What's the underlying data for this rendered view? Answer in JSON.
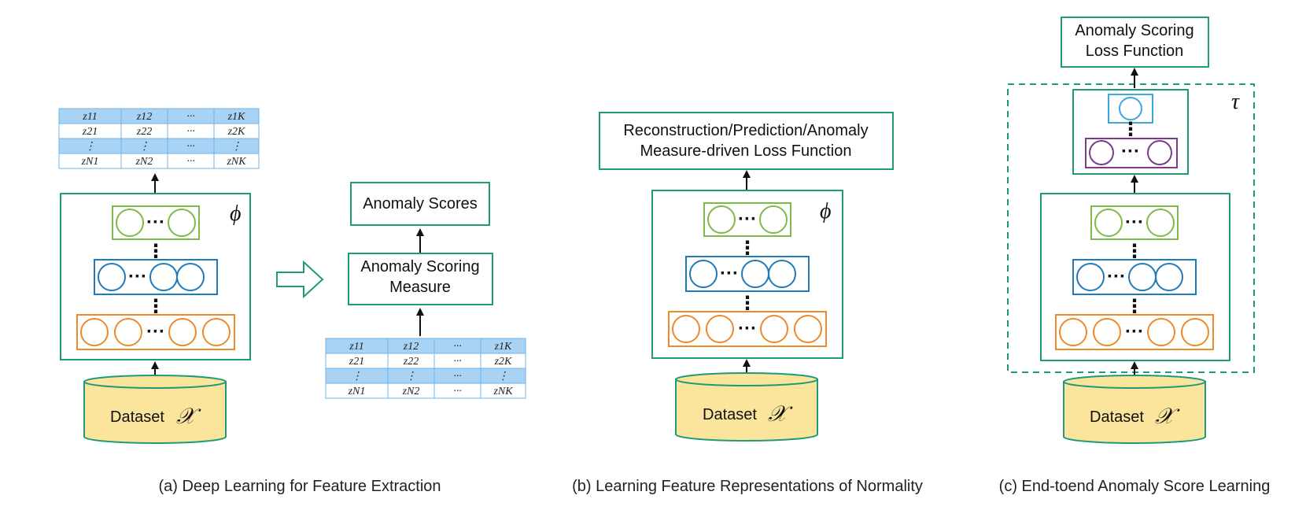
{
  "panel_a": {
    "caption": "(a) Deep Learning for Feature Extraction",
    "dataset_label": "Dataset",
    "dataset_symbol": "𝒳",
    "network_symbol": "ϕ",
    "scores_label": "Anomaly Scores",
    "measure_line1": "Anomaly Scoring",
    "measure_line2": "Measure"
  },
  "panel_b": {
    "caption": "(b) Learning Feature Representations of Normality",
    "loss_line1": "Reconstruction/Prediction/Anomaly",
    "loss_line2": "Measure-driven Loss Function",
    "dataset_label": "Dataset",
    "dataset_symbol": "𝒳",
    "network_symbol": "ϕ"
  },
  "panel_c": {
    "caption": "(c) End-toend Anomaly Score Learning",
    "loss_line1": "Anomaly Scoring",
    "loss_line2": "Loss Function",
    "dataset_label": "Dataset",
    "dataset_symbol": "𝒳",
    "scorer_symbol": "τ"
  },
  "feature_table": {
    "rows": [
      [
        "z11",
        "z12",
        "···",
        "z1K"
      ],
      [
        "z21",
        "z22",
        "···",
        "z2K"
      ],
      [
        "⋮",
        "⋮",
        "···",
        "⋮"
      ],
      [
        "zN1",
        "zN2",
        "···",
        "zNK"
      ]
    ]
  },
  "dots": {
    "horizontal": "···",
    "vertical": "⋮"
  },
  "colors": {
    "green_box": "#1e9a78",
    "layer_green": "#7dba4a",
    "layer_blue": "#1f7ab8",
    "layer_orange": "#ee8a2a",
    "layer_purple": "#7a3b8c",
    "layer_lightblue": "#3ba7dc",
    "table_fill": "#a8d3f5",
    "table_border": "#6fb3e6",
    "cylinder_fill": "#fbe59c"
  }
}
